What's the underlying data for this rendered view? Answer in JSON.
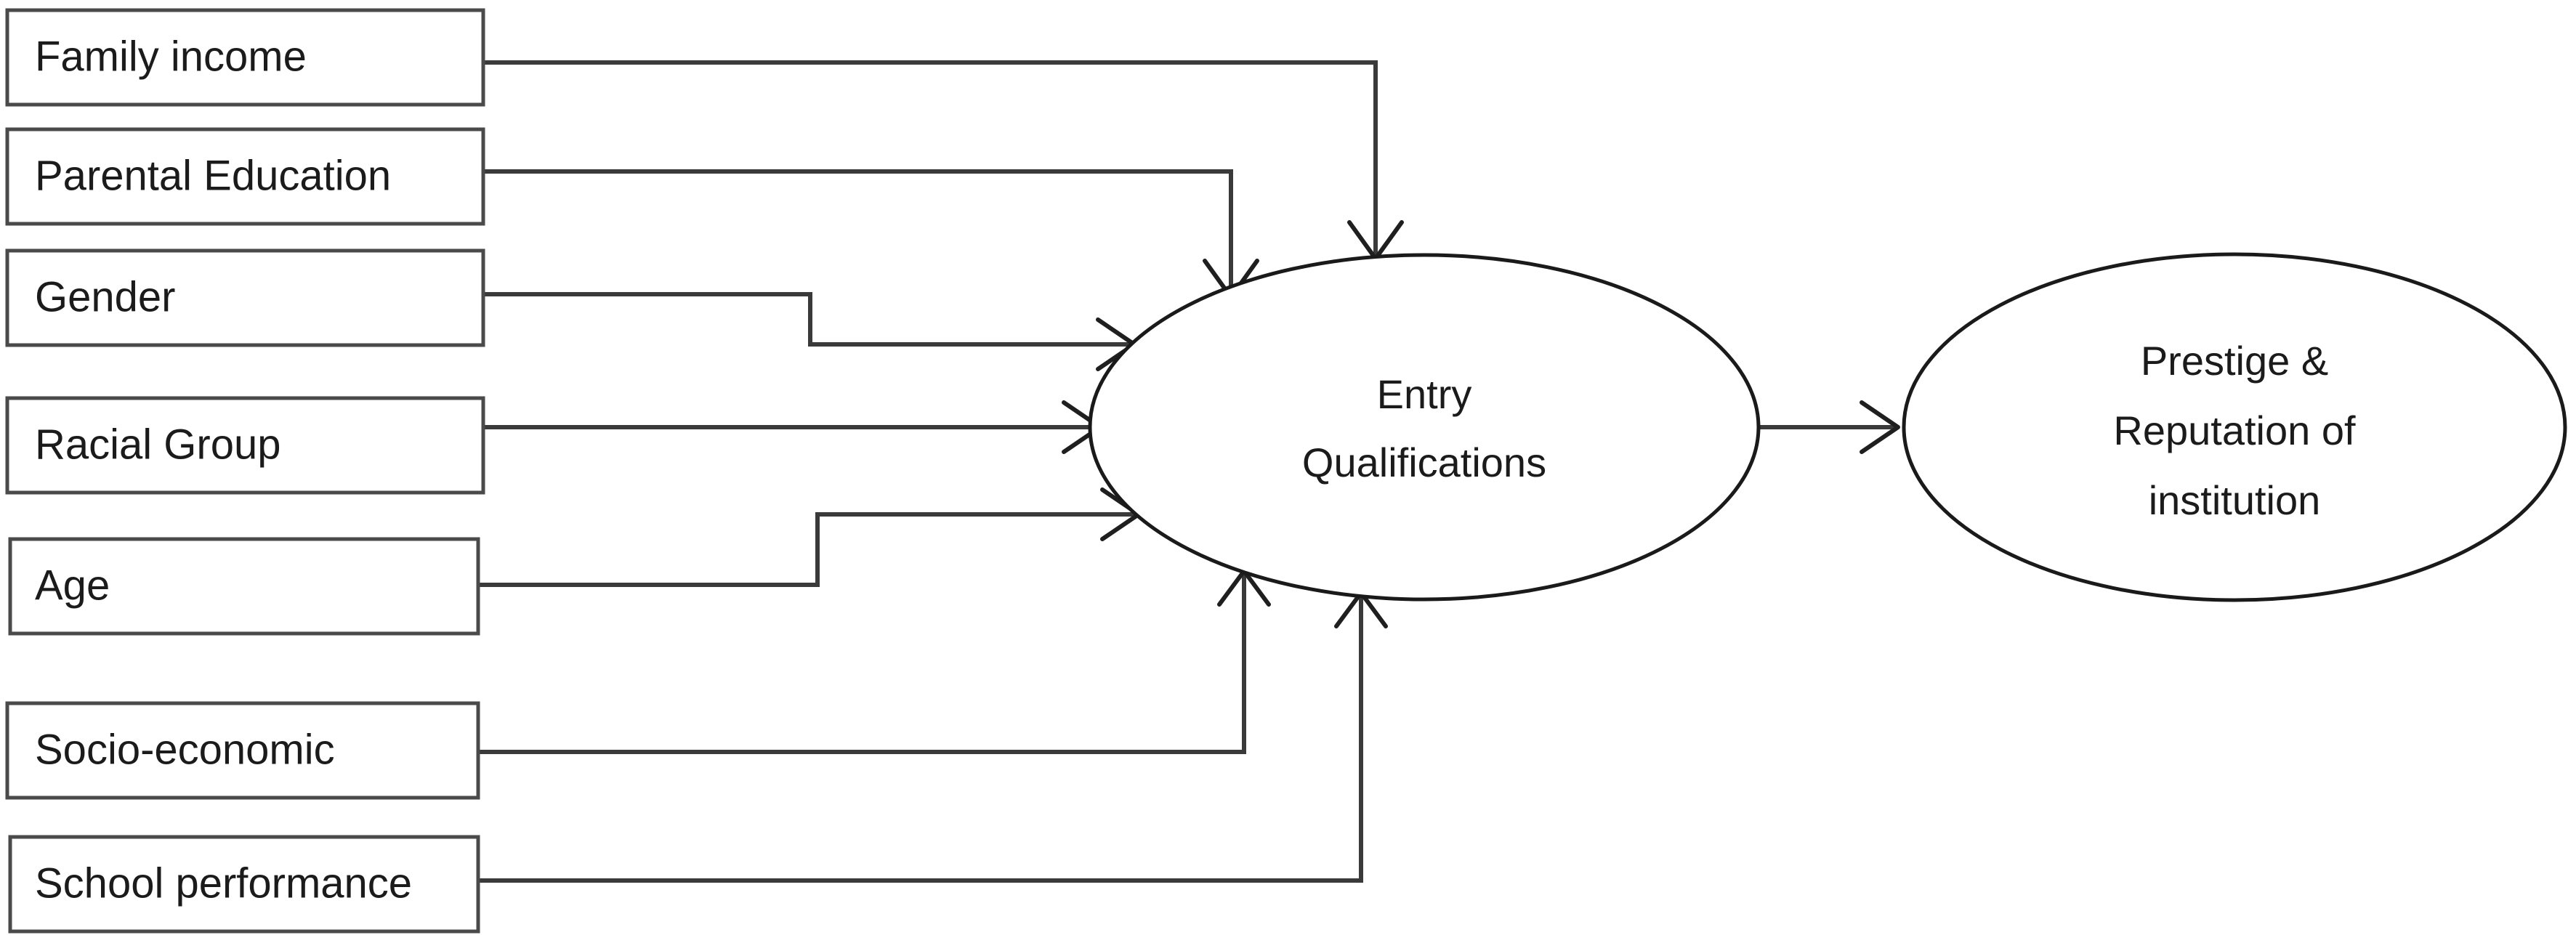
{
  "diagram": {
    "title": "Entry Qualifications influence model",
    "type": "flow-diagram",
    "background_color": "#ffffff",
    "box_stroke_color": "#4a4a4a",
    "ellipse_stroke_color": "#1a1a1a",
    "edge_color": "#3a3a3a",
    "text_color": "#1b1b1b"
  },
  "predictors": [
    {
      "id": "family-income",
      "label": "Family income"
    },
    {
      "id": "parental-education",
      "label": "Parental Education"
    },
    {
      "id": "gender",
      "label": "Gender"
    },
    {
      "id": "racial-group",
      "label": "Racial Group"
    },
    {
      "id": "age",
      "label": "Age"
    },
    {
      "id": "socio-economic",
      "label": "Socio-economic"
    },
    {
      "id": "school-performance",
      "label": "School performance"
    }
  ],
  "outcomes": {
    "mediator": {
      "id": "entry-qualifications",
      "line1": "Entry",
      "line2": "Qualifications"
    },
    "final": {
      "id": "prestige-reputation",
      "line1": "Prestige &",
      "line2": "Reputation of",
      "line3": "institution"
    }
  },
  "edges": [
    {
      "from": "Family income",
      "to": "Entry Qualifications",
      "arrow": "down"
    },
    {
      "from": "Parental Education",
      "to": "Entry Qualifications",
      "arrow": "down"
    },
    {
      "from": "Gender",
      "to": "Entry Qualifications",
      "arrow": "right"
    },
    {
      "from": "Racial Group",
      "to": "Entry Qualifications",
      "arrow": "right"
    },
    {
      "from": "Age",
      "to": "Entry Qualifications",
      "arrow": "right"
    },
    {
      "from": "Socio-economic",
      "to": "Entry Qualifications",
      "arrow": "up"
    },
    {
      "from": "School performance",
      "to": "Entry Qualifications",
      "arrow": "up"
    },
    {
      "from": "Entry Qualifications",
      "to": "Prestige & Reputation of institution",
      "arrow": "right"
    }
  ]
}
